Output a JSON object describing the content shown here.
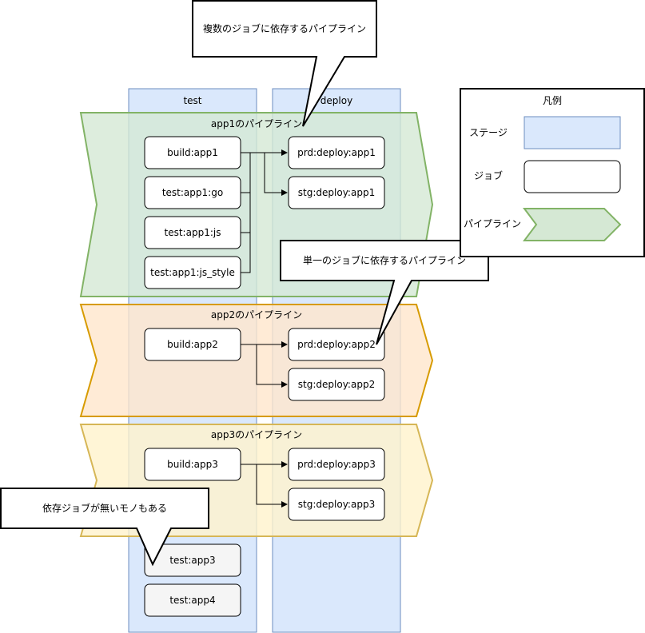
{
  "stages": {
    "test": "test",
    "deploy": "deploy"
  },
  "pipelines": {
    "app1": {
      "title": "app1のパイプライン",
      "jobs": {
        "build": "build:app1",
        "test_go": "test:app1:go",
        "test_js": "test:app1:js",
        "test_js_style": "test:app1:js_style",
        "prd": "prd:deploy:app1",
        "stg": "stg:deploy:app1"
      }
    },
    "app2": {
      "title": "app2のパイプライン",
      "jobs": {
        "build": "build:app2",
        "prd": "prd:deploy:app2",
        "stg": "stg:deploy:app2"
      }
    },
    "app3": {
      "title": "app3のパイプライン",
      "jobs": {
        "build": "build:app3",
        "prd": "prd:deploy:app3",
        "stg": "stg:deploy:app3"
      }
    }
  },
  "standalone_jobs": {
    "test_app3": "test:app3",
    "test_app4": "test:app4"
  },
  "callouts": {
    "multi": "複数のジョブに依存するパイプライン",
    "single": "単一のジョブに依存するパイプライン",
    "none": "依存ジョブが無いモノもある"
  },
  "legend": {
    "title": "凡例",
    "stage": "ステージ",
    "job": "ジョブ",
    "pipeline": "パイプライン"
  },
  "colors": {
    "stage_fill": "#dae8fc",
    "stage_stroke": "#6c8ebf",
    "app1_fill": "#d5e8d4",
    "app1_stroke": "#82b366",
    "app2_fill": "#ffe6cc",
    "app2_stroke": "#d79b00",
    "app3_fill": "#fff2cc",
    "app3_stroke": "#d6b656"
  }
}
